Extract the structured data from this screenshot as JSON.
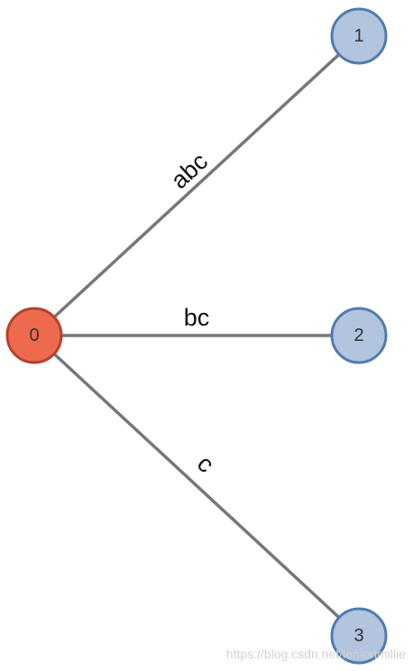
{
  "diagram": {
    "nodes": [
      {
        "id": "0",
        "label": "0",
        "role": "root",
        "color": "#ee6a4f"
      },
      {
        "id": "1",
        "label": "1",
        "role": "leaf",
        "color": "#b2c4de"
      },
      {
        "id": "2",
        "label": "2",
        "role": "leaf",
        "color": "#b2c4de"
      },
      {
        "id": "3",
        "label": "3",
        "role": "leaf",
        "color": "#b2c4de"
      }
    ],
    "edges": [
      {
        "from": "0",
        "to": "1",
        "label": "abc"
      },
      {
        "from": "0",
        "to": "2",
        "label": "bc"
      },
      {
        "from": "0",
        "to": "3",
        "label": "c"
      }
    ],
    "edge_color": "#777777"
  },
  "watermark": "https://blog.csdn.net/lemonmillie"
}
